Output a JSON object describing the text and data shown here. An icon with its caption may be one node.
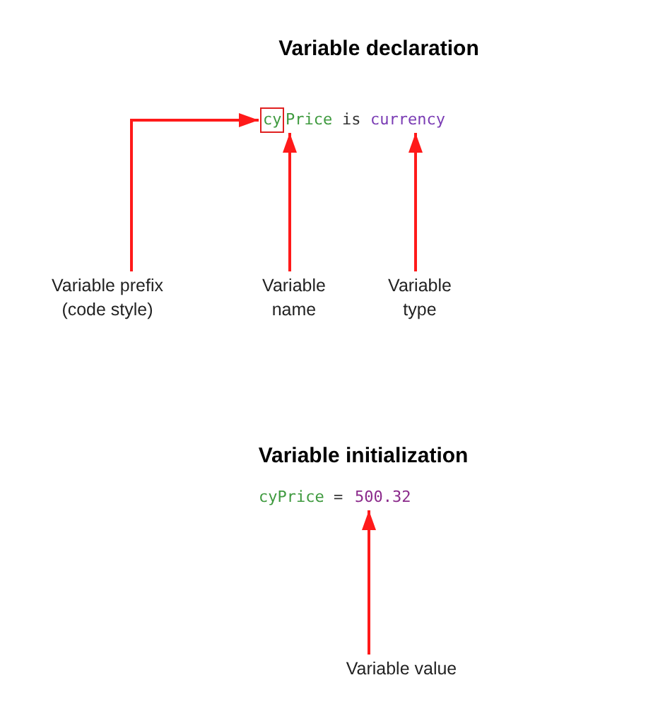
{
  "diagram": {
    "nodes": [
      {
        "text": [
          "cy"
        ]
      },
      {
        "text": [
          "Price"
        ]
      },
      {
        "text": [
          "currency"
        ]
      },
      {
        "text": [
          "Variable prefix (code style)"
        ]
      },
      {
        "text": [
          "Variable name"
        ]
      },
      {
        "text": [
          "Variable type"
        ]
      },
      {
        "text": [
          "500.32"
        ]
      },
      {
        "text": [
          "Variable value"
        ]
      }
    ],
    "edges": [
      {
        "from": 3,
        "to": 0,
        "arrow": "to"
      },
      {
        "from": 4,
        "to": 1,
        "arrow": "to"
      },
      {
        "from": 5,
        "to": 2,
        "arrow": "to"
      },
      {
        "from": 7,
        "to": 6,
        "arrow": "to"
      }
    ],
    "labels": [
      "Variable declaration",
      "is",
      "Variable initialization",
      "cyPrice",
      "="
    ]
  }
}
